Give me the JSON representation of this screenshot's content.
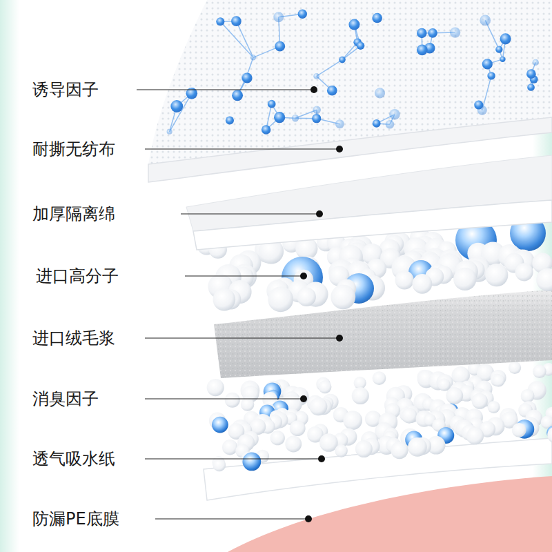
{
  "diagram": {
    "labels": [
      "诱导因子",
      "耐撕无纺布",
      "加厚隔离绵",
      "进口高分子",
      "进口绒毛浆",
      "消臭因子",
      "透气吸水纸",
      "防漏PE底膜"
    ]
  }
}
